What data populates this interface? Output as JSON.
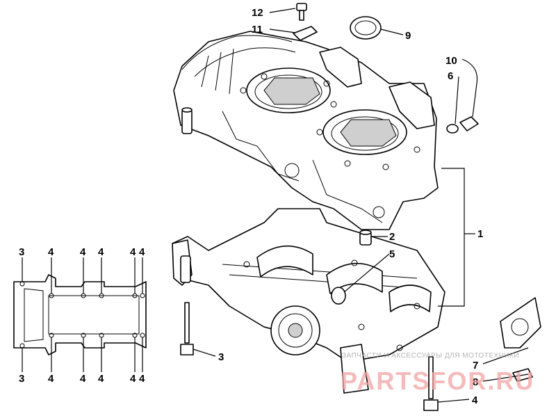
{
  "callouts": {
    "c1": "1",
    "c2": "2",
    "c3": "3",
    "c4": "4",
    "c5": "5",
    "c6": "6",
    "c7": "7",
    "c8": "8",
    "c9": "9",
    "c10": "10",
    "c11": "11",
    "c12": "12"
  },
  "gasket_labels": {
    "top": [
      "3",
      "4",
      "4",
      "4",
      "4",
      "4"
    ],
    "bottom": [
      "3",
      "4",
      "4",
      "4",
      "4",
      "4"
    ]
  },
  "watermark": {
    "caption": "ЗАПЧАСТИ И АКСЕССУАРЫ ДЛЯ МОТОТЕХНИКИ",
    "logo": "PARTSFOR.RU"
  }
}
